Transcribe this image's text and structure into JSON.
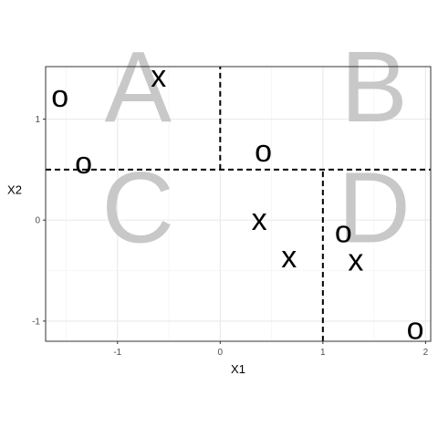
{
  "chart_data": {
    "type": "scatter",
    "xlabel": "X1",
    "ylabel": "X2",
    "xlim": [
      -1.7,
      2.05
    ],
    "ylim": [
      -1.2,
      1.52
    ],
    "x_ticks": [
      -1,
      0,
      1,
      2
    ],
    "x_tick_labels": [
      "-1",
      "0",
      "1",
      "2"
    ],
    "y_ticks": [
      -1,
      0,
      1
    ],
    "y_tick_labels": [
      "-1",
      "0",
      "1"
    ],
    "grid": true,
    "colors": {
      "panel_border": "#333333",
      "grid_major": "#ebebeb",
      "grid_minor": "#f5f5f5",
      "region_letter": "#c8c8c8",
      "point": "#000000",
      "partition_line": "#000000"
    },
    "partitions": [
      {
        "orientation": "horizontal",
        "y": 0.5,
        "x_from": -1.7,
        "x_to": 2.05
      },
      {
        "orientation": "vertical",
        "x": 0,
        "y_from": 0.5,
        "y_to": 1.52
      },
      {
        "orientation": "vertical",
        "x": 1,
        "y_from": -1.2,
        "y_to": 0.5
      }
    ],
    "regions": [
      {
        "label": "A",
        "x": -0.8,
        "y": 0.98
      },
      {
        "label": "B",
        "x": 1.5,
        "y": 0.98
      },
      {
        "label": "C",
        "x": -0.8,
        "y": -0.22
      },
      {
        "label": "D",
        "x": 1.5,
        "y": -0.22
      }
    ],
    "series": [
      {
        "marker": "o",
        "points": [
          {
            "x": -1.56,
            "y": 1.22
          },
          {
            "x": -1.33,
            "y": 0.56
          },
          {
            "x": 0.42,
            "y": 0.68
          },
          {
            "x": 1.2,
            "y": -0.12
          },
          {
            "x": 1.9,
            "y": -1.08
          }
        ]
      },
      {
        "marker": "x",
        "points": [
          {
            "x": -0.6,
            "y": 1.42
          },
          {
            "x": 0.38,
            "y": 0.0
          },
          {
            "x": 0.67,
            "y": -0.37
          },
          {
            "x": 1.32,
            "y": -0.4
          }
        ]
      }
    ]
  }
}
